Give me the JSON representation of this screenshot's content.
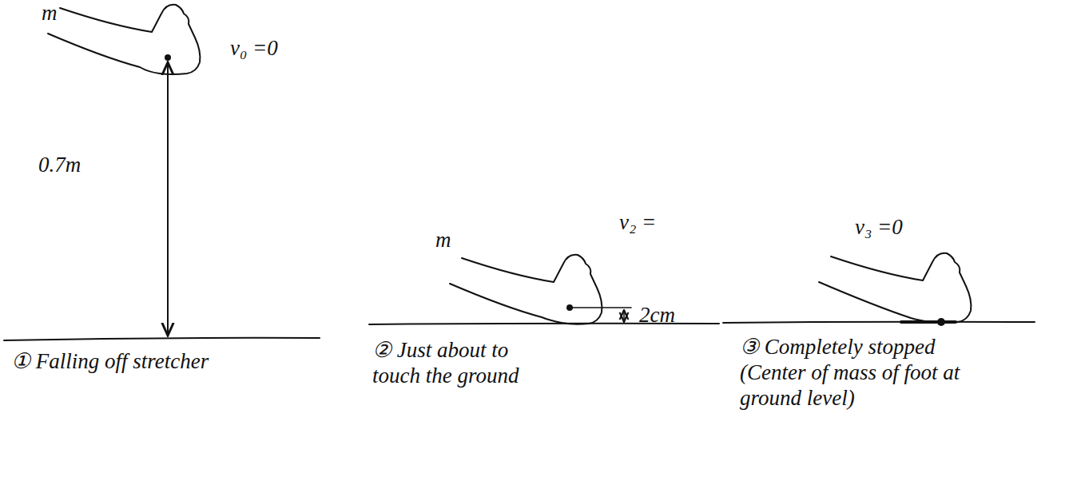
{
  "diagram": {
    "labels": [
      "m",
      "v₀ =0",
      "0.7m",
      "① Falling off stretcher",
      "m",
      "v₂ =",
      "2cm",
      "② Just about to touch the ground",
      "v₃ =0",
      "③ Completely stopped (Center of mass of foot at ground level)"
    ]
  }
}
